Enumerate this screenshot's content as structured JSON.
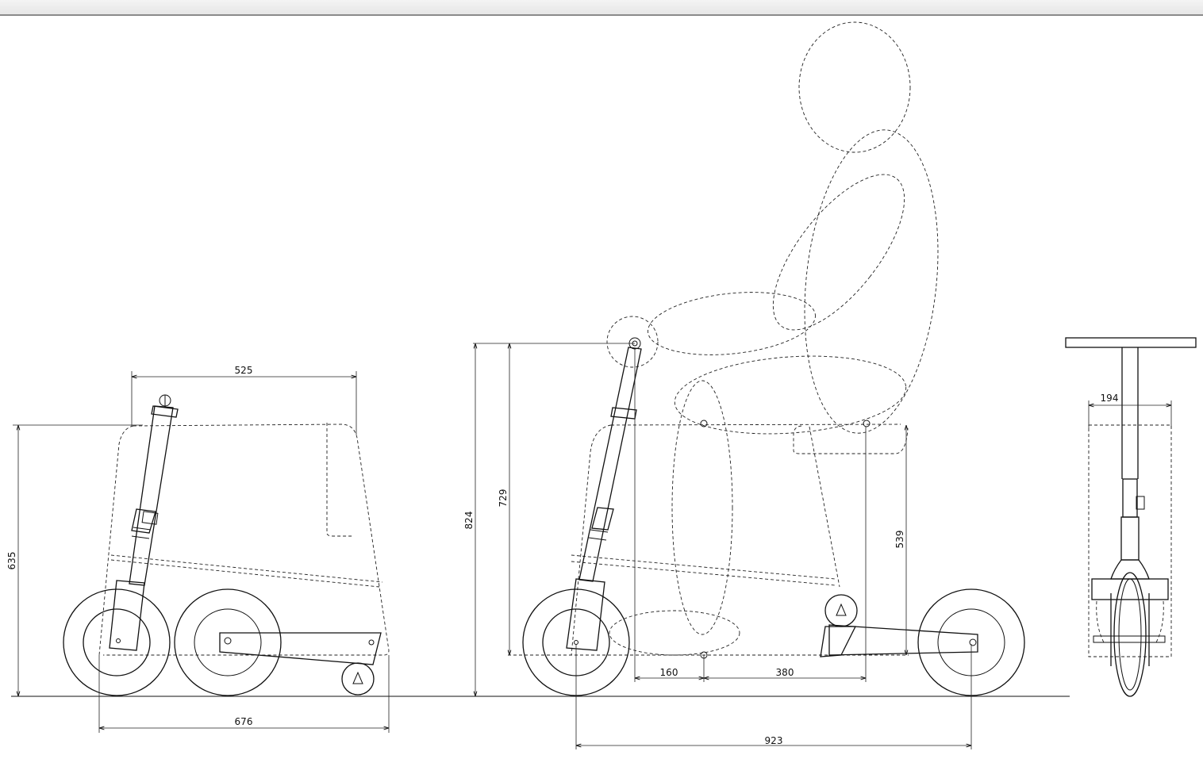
{
  "dimensions": {
    "folded_length_top": "525",
    "folded_height": "635",
    "folded_length_bottom": "676",
    "handlebar_height": "824",
    "handle_to_deck_height": "729",
    "seat_height": "539",
    "handle_to_seat_front": "160",
    "seat_length": "380",
    "wheelbase": "923",
    "handlebar_width": "194"
  }
}
